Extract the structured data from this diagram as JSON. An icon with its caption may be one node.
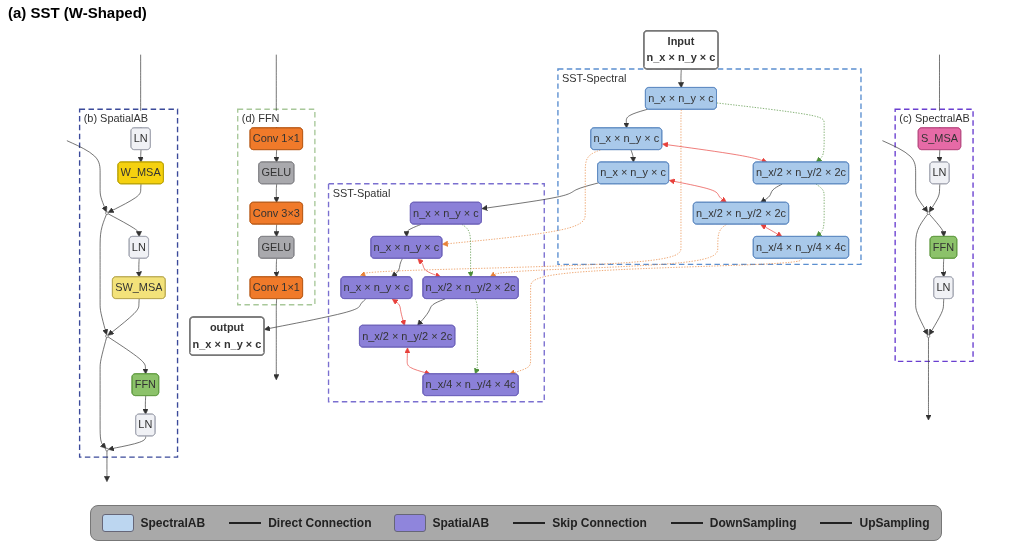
{
  "diagram": {
    "title": "(a) SST (W-Shaped)",
    "nodes": [
      {
        "text": [
          "Input",
          "n_x × n_y × c"
        ]
      },
      {
        "text": [
          "SST-Spectral"
        ]
      },
      {
        "text": [
          "n_x × n_y × c"
        ],
        "in": 1
      },
      {
        "text": [
          "n_x × n_y × c"
        ],
        "in": 1
      },
      {
        "text": [
          "n_x × n_y × c"
        ],
        "in": 1
      },
      {
        "text": [
          "n_x/2 × n_y/2 × 2c"
        ],
        "in": 1
      },
      {
        "text": [
          "n_x/2 × n_y/2 × 2c"
        ],
        "in": 1
      },
      {
        "text": [
          "n_x/4 × n_y/4 × 4c"
        ],
        "in": 1
      },
      {
        "text": [
          "SST-Spatial"
        ]
      },
      {
        "text": [
          "n_x × n_y × c"
        ],
        "in": 8
      },
      {
        "text": [
          "n_x × n_y × c"
        ],
        "in": 8
      },
      {
        "text": [
          "n_x × n_y × c"
        ],
        "in": 8
      },
      {
        "text": [
          "n_x/2 × n_y/2 × 2c"
        ],
        "in": 8
      },
      {
        "text": [
          "n_x/2 × n_y/2 × 2c"
        ],
        "in": 8
      },
      {
        "text": [
          "n_x/4 × n_y/4 × 4c"
        ],
        "in": 8
      },
      {
        "text": [
          "output",
          "n_x × n_y × c"
        ]
      },
      {
        "text": [
          "(b) SpatialAB"
        ]
      },
      {
        "text": [
          "LN"
        ],
        "in": 16
      },
      {
        "text": [
          "W_MSA"
        ],
        "in": 16
      },
      {
        "text": [],
        "shape": "circle",
        "in": 16
      },
      {
        "text": [
          "LN"
        ],
        "in": 16
      },
      {
        "text": [
          "SW_MSA"
        ],
        "in": 16
      },
      {
        "text": [],
        "shape": "circle",
        "in": 16
      },
      {
        "text": [
          "FFN"
        ],
        "in": 16
      },
      {
        "text": [
          "LN"
        ],
        "in": 16
      },
      {
        "text": [],
        "shape": "circle",
        "in": 16
      },
      {
        "text": [
          "(c) SpectralAB"
        ]
      },
      {
        "text": [
          "S_MSA"
        ],
        "in": 26
      },
      {
        "text": [
          "LN"
        ],
        "in": 26
      },
      {
        "text": [],
        "shape": "circle",
        "in": 26
      },
      {
        "text": [
          "FFN"
        ],
        "in": 26
      },
      {
        "text": [
          "LN"
        ],
        "in": 26
      },
      {
        "text": [],
        "shape": "circle",
        "in": 26
      },
      {
        "text": [
          "(d) FFN"
        ]
      },
      {
        "text": [
          "Conv 1×1"
        ],
        "in": 33
      },
      {
        "text": [
          "GELU"
        ],
        "in": 33
      },
      {
        "text": [
          "Conv 3×3"
        ],
        "in": 33
      },
      {
        "text": [
          "GELU"
        ],
        "in": 33
      },
      {
        "text": [
          "Conv 1×1"
        ],
        "in": 33
      }
    ],
    "edges": [
      {
        "from": 0,
        "to": 2,
        "arrow": "to"
      },
      {
        "from": 2,
        "to": 3,
        "arrow": "to"
      },
      {
        "from": 3,
        "to": 4,
        "arrow": "to"
      },
      {
        "from": 4,
        "to": 9,
        "arrow": "to"
      },
      {
        "from": 9,
        "to": 10,
        "arrow": "to"
      },
      {
        "from": 10,
        "to": 11,
        "arrow": "to"
      },
      {
        "from": 11,
        "to": 15,
        "arrow": "to"
      },
      {
        "from": 5,
        "to": 6,
        "arrow": "to"
      },
      {
        "from": 12,
        "to": 13,
        "arrow": "to"
      },
      {
        "from": 2,
        "to": 11,
        "arrow": "to",
        "style": "dashed",
        "color": "#e8833a"
      },
      {
        "from": 3,
        "to": 10,
        "arrow": "to",
        "style": "dashed",
        "color": "#e8833a"
      },
      {
        "from": 6,
        "to": 12,
        "arrow": "to",
        "style": "dashed",
        "color": "#e8833a"
      },
      {
        "from": 7,
        "to": 14,
        "arrow": "to",
        "style": "dashed",
        "color": "#e8833a"
      },
      {
        "from": 2,
        "to": 5,
        "arrow": "to",
        "style": "dashed",
        "color": "#4e8f3a"
      },
      {
        "from": 5,
        "to": 7,
        "arrow": "to",
        "style": "dashed",
        "color": "#4e8f3a"
      },
      {
        "from": 9,
        "to": 12,
        "arrow": "to",
        "style": "dashed",
        "color": "#4e8f3a"
      },
      {
        "from": 12,
        "to": 14,
        "arrow": "to",
        "style": "dashed",
        "color": "#4e8f3a"
      },
      {
        "from": 3,
        "to": 5,
        "arrow": "both",
        "color": "#e8413c"
      },
      {
        "from": 6,
        "to": 7,
        "arrow": "both",
        "color": "#e8413c"
      },
      {
        "from": 4,
        "to": 6,
        "arrow": "both",
        "color": "#e8413c"
      },
      {
        "from": 10,
        "to": 12,
        "arrow": "both",
        "color": "#e8413c"
      },
      {
        "from": 13,
        "to": 14,
        "arrow": "both",
        "color": "#e8413c"
      },
      {
        "from": 11,
        "to": 13,
        "arrow": "both",
        "color": "#e8413c"
      },
      {
        "from": null,
        "to": 17,
        "arrow": "to"
      },
      {
        "from": 17,
        "to": 18,
        "arrow": "to"
      },
      {
        "from": 18,
        "to": 19,
        "arrow": "to"
      },
      {
        "from": null,
        "to": 19,
        "arrow": "to"
      },
      {
        "from": 19,
        "to": 20,
        "arrow": "to"
      },
      {
        "from": 20,
        "to": 21,
        "arrow": "to"
      },
      {
        "from": 21,
        "to": 22,
        "arrow": "to"
      },
      {
        "from": 19,
        "to": 22,
        "arrow": "to"
      },
      {
        "from": 22,
        "to": 23,
        "arrow": "to"
      },
      {
        "from": 23,
        "to": 24,
        "arrow": "to"
      },
      {
        "from": 24,
        "to": 25,
        "arrow": "to"
      },
      {
        "from": 22,
        "to": 25,
        "arrow": "to"
      },
      {
        "from": 25,
        "to": null,
        "arrow": "to"
      },
      {
        "from": null,
        "to": 27,
        "arrow": "to"
      },
      {
        "from": 27,
        "to": 28,
        "arrow": "to"
      },
      {
        "from": 28,
        "to": 29,
        "arrow": "to"
      },
      {
        "from": null,
        "to": 29,
        "arrow": "to"
      },
      {
        "from": 29,
        "to": 30,
        "arrow": "to"
      },
      {
        "from": 30,
        "to": 31,
        "arrow": "to"
      },
      {
        "from": 31,
        "to": 32,
        "arrow": "to"
      },
      {
        "from": 29,
        "to": 32,
        "arrow": "to"
      },
      {
        "from": 32,
        "to": null,
        "arrow": "to"
      },
      {
        "from": null,
        "to": 34,
        "arrow": "to"
      },
      {
        "from": 34,
        "to": 35,
        "arrow": "to"
      },
      {
        "from": 35,
        "to": 36,
        "arrow": "to"
      },
      {
        "from": 36,
        "to": 37,
        "arrow": "to"
      },
      {
        "from": 37,
        "to": 38,
        "arrow": "to"
      },
      {
        "from": 38,
        "to": null,
        "arrow": "to"
      }
    ],
    "legend": [
      {
        "text": "SpectralAB",
        "color": "#bcd6f0"
      },
      {
        "text": "Direct Connection"
      },
      {
        "text": "SpatialAB",
        "color": "#8f85dc"
      },
      {
        "text": "Skip Connection"
      },
      {
        "text": "DownSampling"
      },
      {
        "text": "UpSampling"
      }
    ]
  }
}
